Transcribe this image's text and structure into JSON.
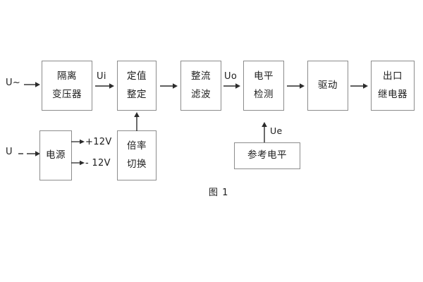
{
  "figure": {
    "caption": "图 1",
    "background_color": "#ffffff",
    "box_border_color": "#8c8c8c",
    "line_color": "#2b2b2b"
  },
  "inputs": [
    {
      "id": "ac-input",
      "label": "U~"
    },
    {
      "id": "dc-input",
      "label": "U"
    }
  ],
  "blocks": [
    {
      "id": "isolation-transformer",
      "lines": [
        "隔离",
        "变压器"
      ]
    },
    {
      "id": "setting-value",
      "lines": [
        "定值",
        "整定"
      ]
    },
    {
      "id": "rectify-filter",
      "lines": [
        "整流",
        "滤波"
      ]
    },
    {
      "id": "level-detection",
      "lines": [
        "电平",
        "检测"
      ]
    },
    {
      "id": "drive",
      "lines": [
        "驱动"
      ]
    },
    {
      "id": "output-relay",
      "lines": [
        "出口",
        "继电器"
      ]
    },
    {
      "id": "power-supply",
      "lines": [
        "电源"
      ]
    },
    {
      "id": "multiplier-switch",
      "lines": [
        "倍率",
        "切换"
      ]
    },
    {
      "id": "reference-level",
      "lines": [
        "参考电平"
      ]
    }
  ],
  "signal_labels": [
    {
      "id": "ui",
      "text": "Ui"
    },
    {
      "id": "uo",
      "text": "Uo"
    },
    {
      "id": "ue",
      "text": "Ue"
    }
  ],
  "power_rails": [
    {
      "id": "rail-positive",
      "text": "+12V"
    },
    {
      "id": "rail-negative",
      "text": "- 12V"
    }
  ]
}
